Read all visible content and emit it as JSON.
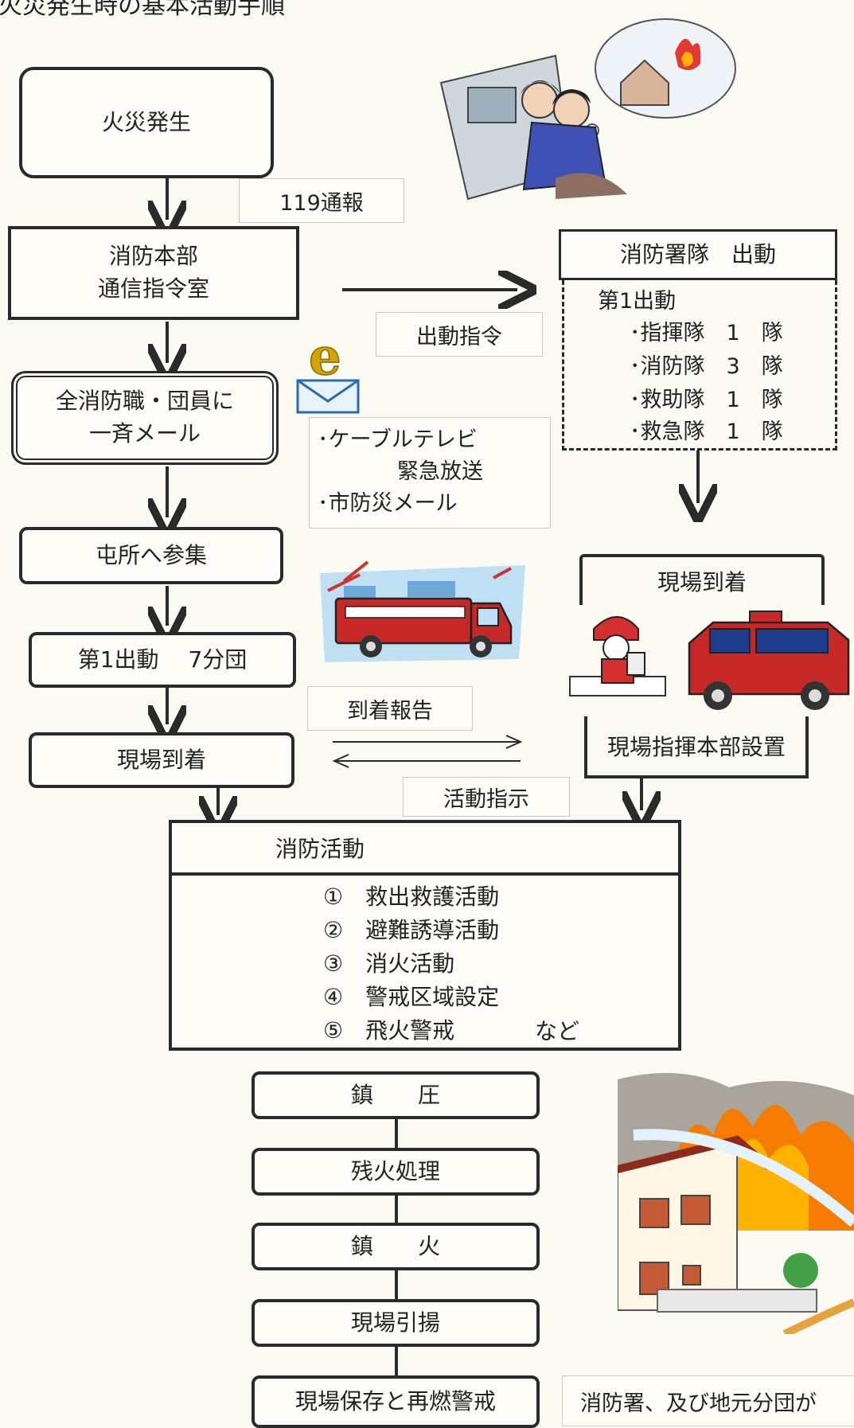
{
  "title": "火災発生時の基本活動手順",
  "left_flow": {
    "fire_outbreak": "火災発生",
    "call_119": "119通報",
    "hq_line1": "消防本部",
    "hq_line2": "通信指令室",
    "mail_line1": "全消防職・団員に",
    "mail_line2": "一斉メール",
    "muster": "屯所へ参集",
    "first_dispatch": "第1出動　 7分団",
    "arrival": "現場到着"
  },
  "middle": {
    "dispatch_order": "出動指令",
    "broadcast_line1": "･ケーブルテレビ",
    "broadcast_line2": "緊急放送",
    "broadcast_line3": "･市防災メール",
    "arrival_report": "到着報告",
    "activity_instruction": "活動指示"
  },
  "right_flow": {
    "station_dispatch": "消防署隊　出動",
    "first_dispatch_label": "第1出動",
    "units": [
      "･指揮隊　1　隊",
      "･消防隊　3　隊",
      "･救助隊　1　隊",
      "･救急隊　1　隊"
    ],
    "arrival": "現場到着",
    "command_post": "現場指揮本部設置"
  },
  "activities": {
    "header": "消防活動",
    "items": [
      "①　救出救護活動",
      "②　避難誘導活動",
      "③　消火活動",
      "④　警戒区域設定",
      "⑤　飛火警戒"
    ],
    "etc": "など"
  },
  "final_chain": [
    "鎮　　圧",
    "残火処理",
    "鎮　　火",
    "現場引揚",
    "現場保存と再燃警戒"
  ],
  "bottom_note": "消防署、及び地元分団が"
}
